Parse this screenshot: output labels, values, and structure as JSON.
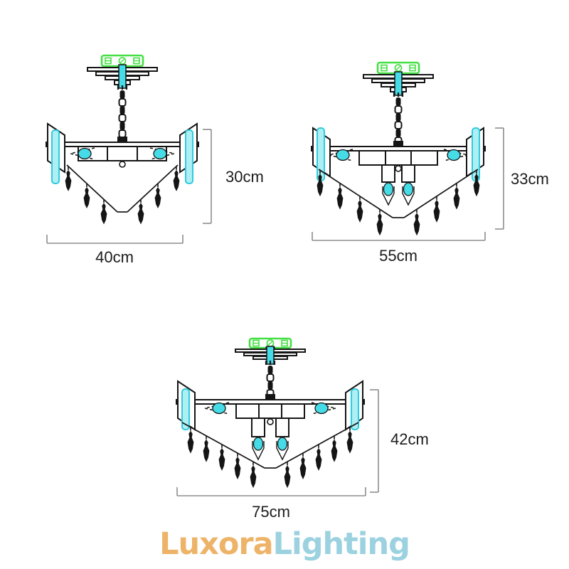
{
  "page": {
    "background": "#ffffff"
  },
  "brand": {
    "logo_part1": "Luxora",
    "logo_part2": "Lighting",
    "logo_color1": "#EDB469",
    "logo_color2": "#9CD2E0"
  },
  "palette": {
    "line": "#151515",
    "dimension_line": "#8E8E8E",
    "label_text": "#1c1c1c",
    "cyan": "#45DCE8",
    "cyan_light": "#AEEFF3",
    "cyan_stroke": "#2FCBDD",
    "green": "#44DF44",
    "magenta": "#C455C4",
    "white": "#ffffff"
  },
  "variants": [
    {
      "name": "small",
      "height_label": "30cm",
      "width_label": "40cm",
      "height_cm": 30,
      "width_cm": 40
    },
    {
      "name": "medium",
      "height_label": "33cm",
      "width_label": "55cm",
      "height_cm": 33,
      "width_cm": 55
    },
    {
      "name": "large",
      "height_label": "42cm",
      "width_label": "75cm",
      "height_cm": 42,
      "width_cm": 75
    }
  ]
}
